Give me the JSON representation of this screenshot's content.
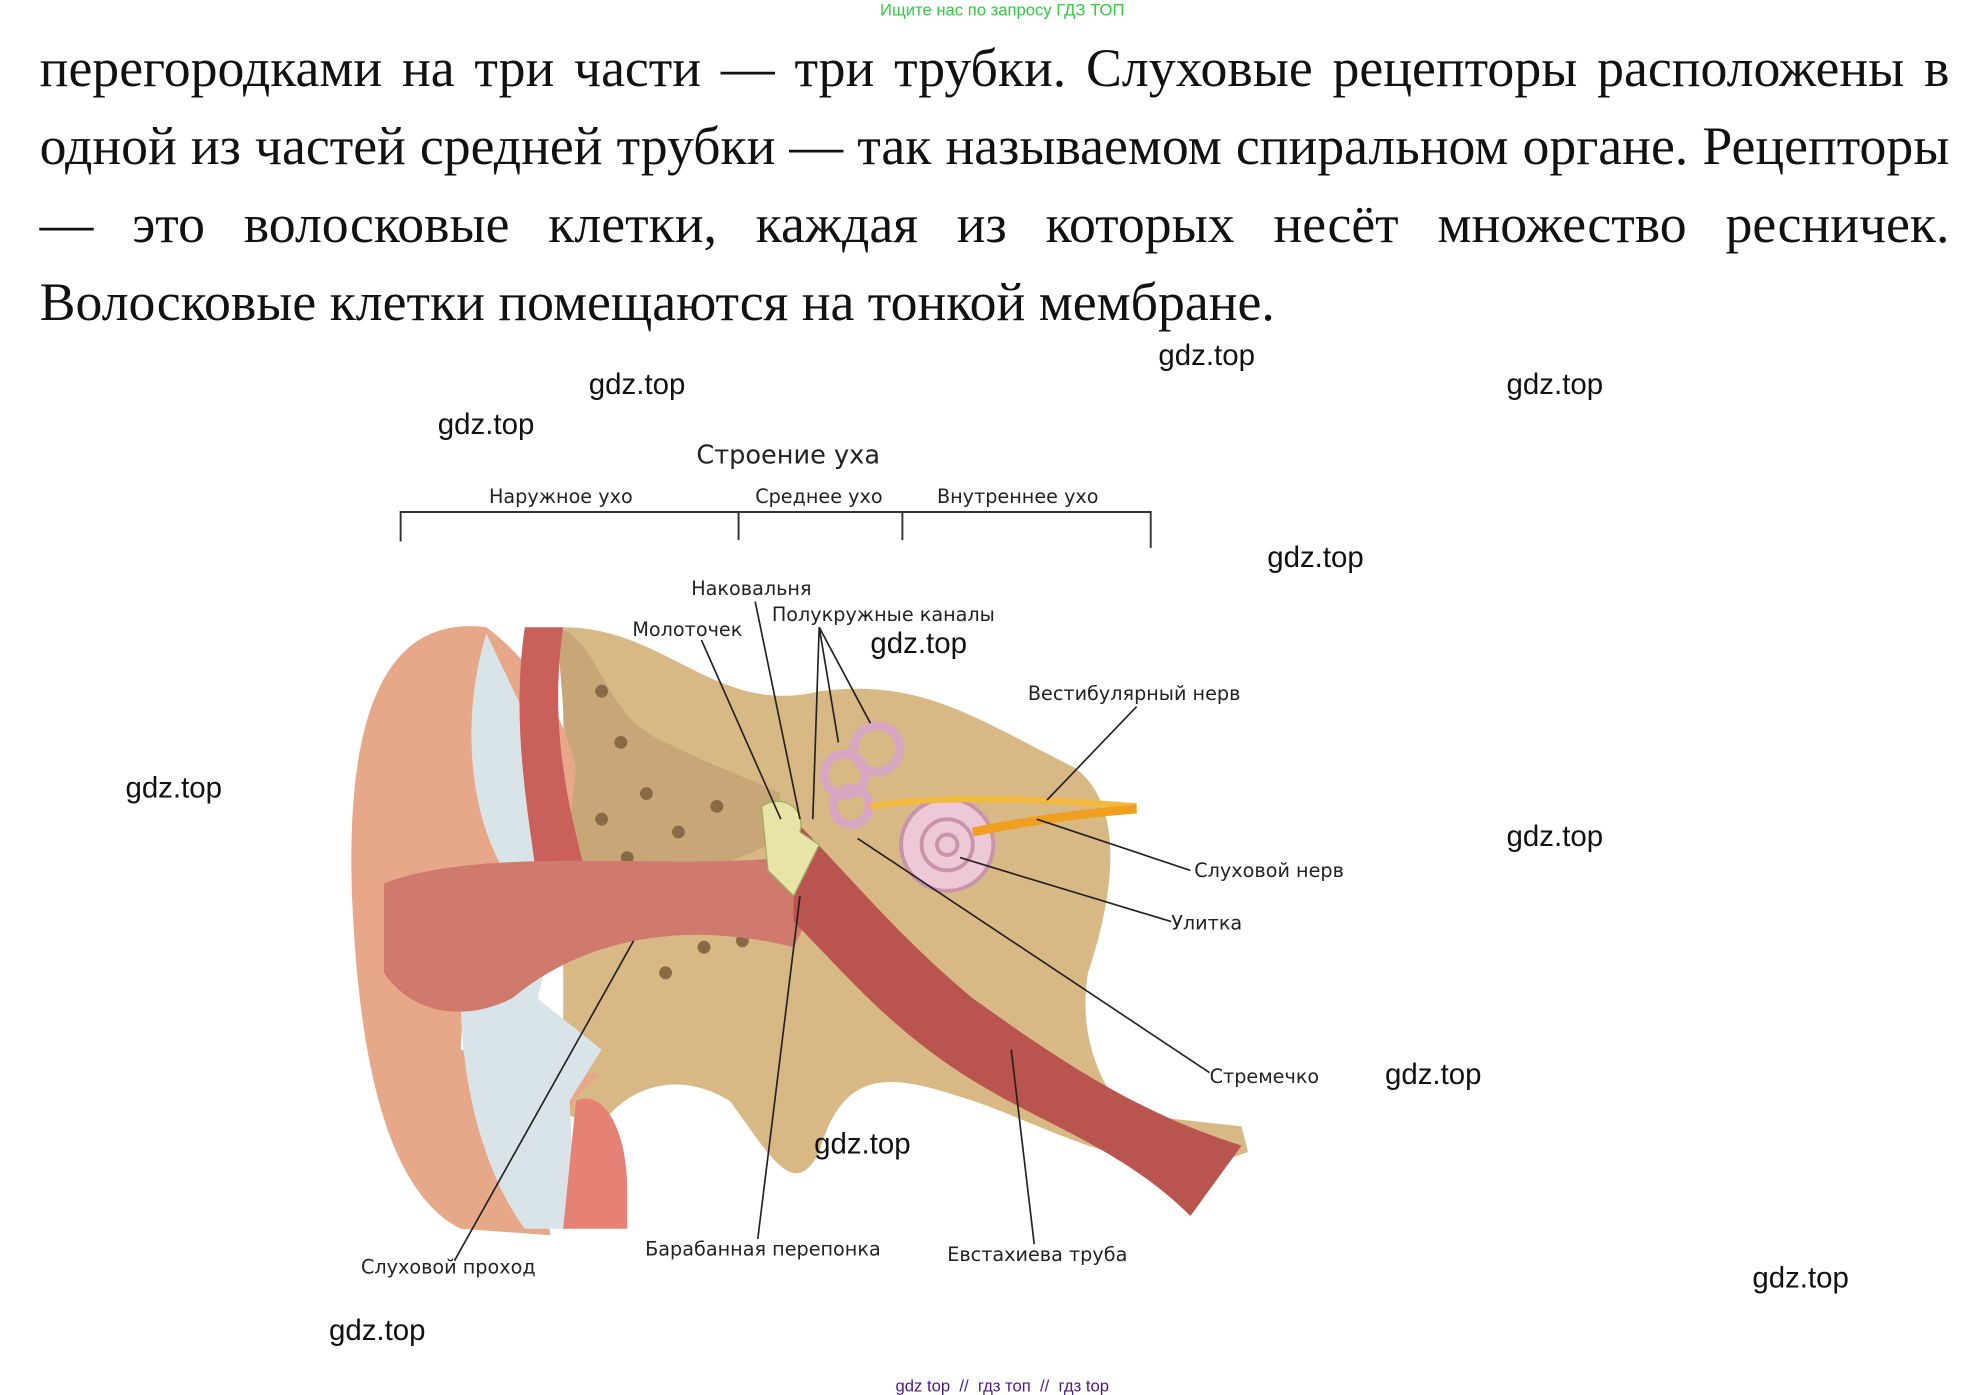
{
  "banner": "Ищите нас по запросу ГДЗ ТОП",
  "paragraph": "перегородками на три части — три трубки. Слуховые рецепторы расположены в одной из частей средней трубки — так называемом спиральном органе. Рецепторы — это волосковые клетки, каждая из которых несёт множество ресничек. Волосковые клетки помещаются на тонкой мембране.",
  "watermark": "gdz.top",
  "diagram": {
    "title": "Строение уха",
    "sections": [
      "Наружное ухо",
      "Среднее ухо",
      "Внутреннее ухо"
    ],
    "labels": {
      "incus": "Наковальня",
      "malleus": "Молоточек",
      "canals": "Полукружные каналы",
      "vestibular": "Вестибулярный нерв",
      "auditory_nerve": "Слуховой нерв",
      "cochlea": "Улитка",
      "stapes": "Стремечко",
      "canal": "Слуховой проход",
      "eardrum": "Барабанная перепонка",
      "eustachian": "Евстахиева труба"
    }
  },
  "footer": "gdz top  //  гдз топ  //  гдз top"
}
